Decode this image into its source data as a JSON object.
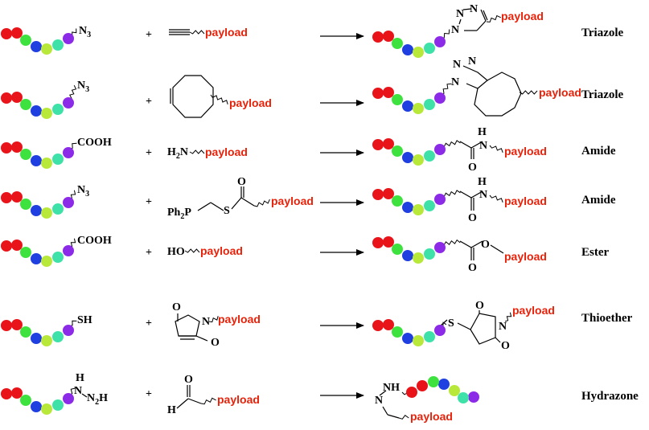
{
  "colors": {
    "beads": [
      "#e8141a",
      "#e8141a",
      "#3ee23e",
      "#1f3fe0",
      "#b8e83a",
      "#3ee2a8",
      "#8b2be8"
    ],
    "payload": "#e8220a"
  },
  "plus_symbol": "+",
  "payload_label": "payload",
  "rows": [
    {
      "name": "row-triazole-1",
      "reactant_group": "N3",
      "reagent": "alkyne",
      "bond_type": "Triazole"
    },
    {
      "name": "row-triazole-2",
      "reactant_group": "N3",
      "reagent": "cyclooctyne",
      "bond_type": "Triazole"
    },
    {
      "name": "row-amide-1",
      "reactant_group": "COOH",
      "reagent": "H2N",
      "bond_type": "Amide"
    },
    {
      "name": "row-amide-2",
      "reactant_group": "N3",
      "reagent": "Ph2P",
      "bond_type": "Amide"
    },
    {
      "name": "row-ester",
      "reactant_group": "COOH",
      "reagent": "HO",
      "bond_type": "Ester"
    },
    {
      "name": "row-thioether",
      "reactant_group": "SH",
      "reagent": "maleimide",
      "bond_type": "Thioether"
    },
    {
      "name": "row-hydrazone",
      "reactant_group": "NH-NH2",
      "reagent": "aldehyde",
      "bond_type": "Hydrazone"
    }
  ],
  "atoms": {
    "N": "N",
    "H": "H",
    "O": "O",
    "S": "S",
    "P": "P",
    "COOH": "COOH",
    "SH": "SH",
    "HO": "HO",
    "Ph": "Ph",
    "NH": "NH",
    "two": "2",
    "three": "3"
  }
}
